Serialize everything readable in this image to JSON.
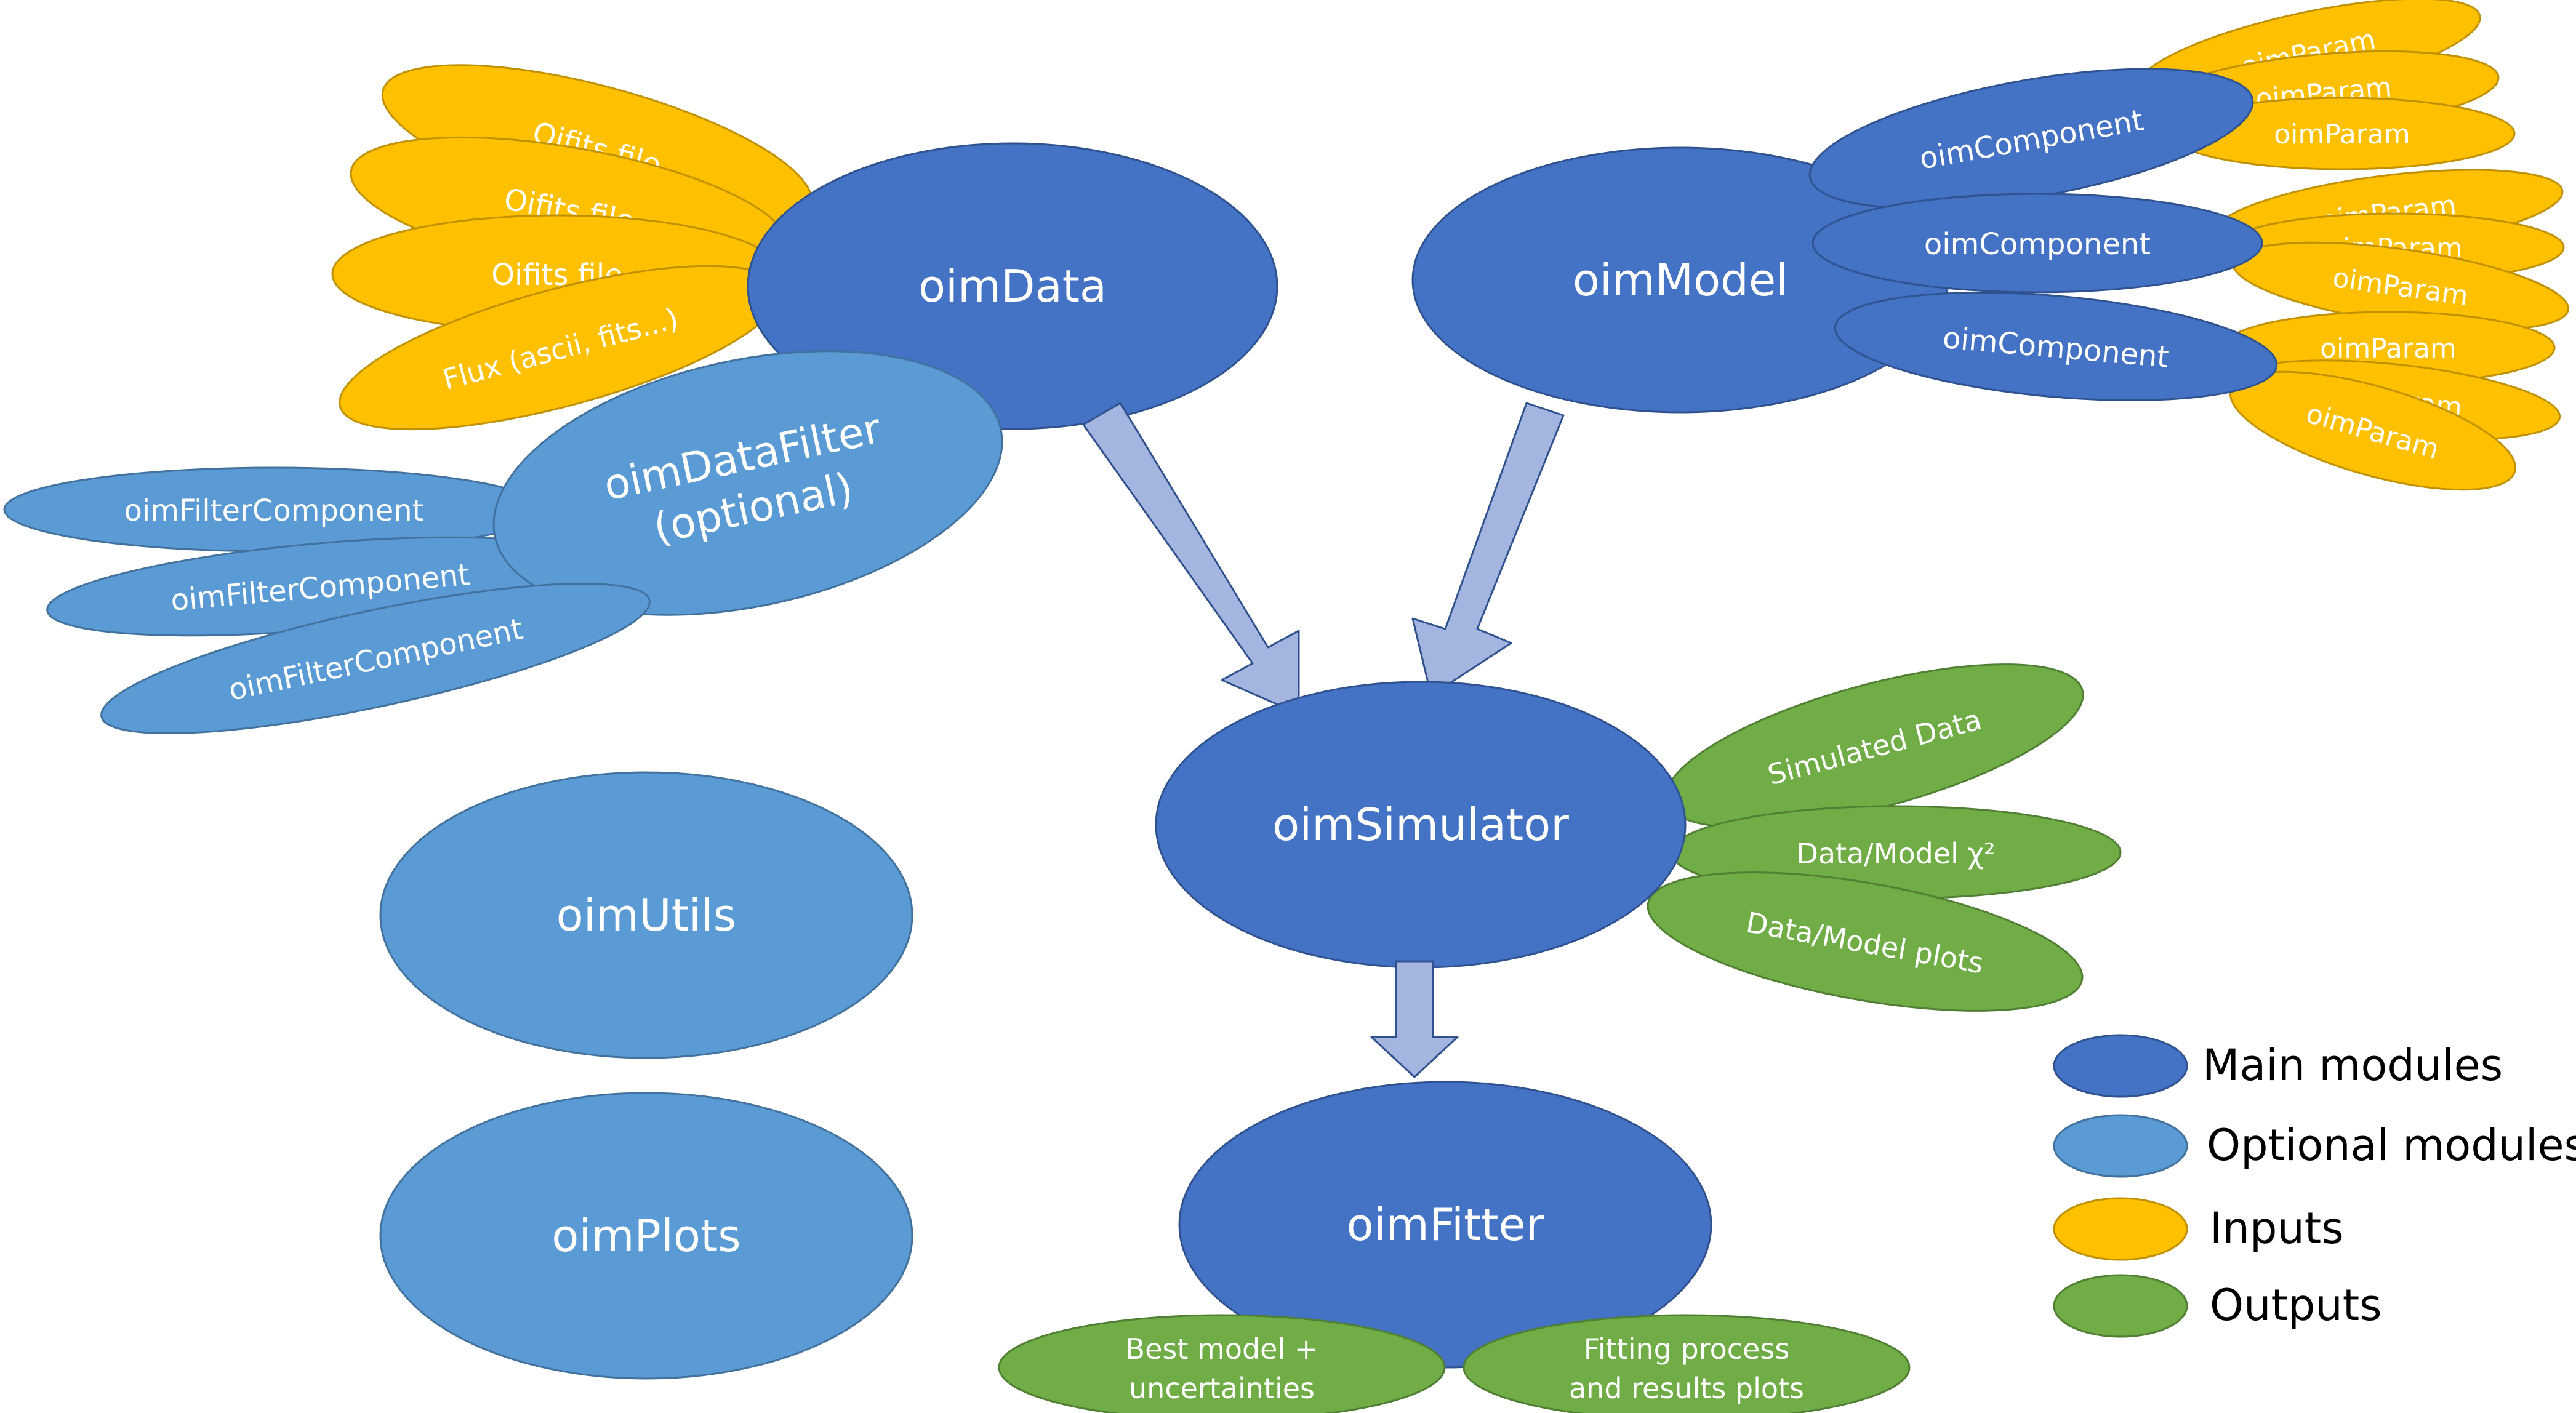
{
  "modules": {
    "oimData": "oimData",
    "oimModel": "oimModel",
    "oimDataFilter_line1": "oimDataFilter",
    "oimDataFilter_line2": "(optional)",
    "oimSimulator": "oimSimulator",
    "oimFitter": "oimFitter",
    "oimUtils": "oimUtils",
    "oimPlots": "oimPlots"
  },
  "inputs": {
    "oifits_file_1": "Oifits file",
    "oifits_file_2": "Oifits file",
    "oifits_file_3": "Oifits file",
    "flux": "Flux (ascii, fits...)"
  },
  "filter_components": [
    "oimFilterComponent",
    "oimFilterComponent",
    "oimFilterComponent"
  ],
  "model_components": [
    "oimComponent",
    "oimComponent",
    "oimComponent"
  ],
  "params": [
    "oimParam",
    "oimParam",
    "oimParam",
    "oimParam",
    "oimParam",
    "oimParam",
    "oimParam",
    "oimParam",
    "oimParam"
  ],
  "outputs": {
    "simulated_data": "Simulated Data",
    "chi2": "Data/Model χ²",
    "model_plots": "Data/Model plots",
    "best_model_line1": "Best model +",
    "best_model_line2": "uncertainties",
    "fitting_line1": "Fitting process",
    "fitting_line2": "and results plots"
  },
  "legend": {
    "main": "Main modules",
    "optional": "Optional modules",
    "inputs": "Inputs",
    "outputs": "Outputs"
  },
  "colors": {
    "main": "#4472C4",
    "optional": "#5B9BD5",
    "inputs": "#FFC000",
    "outputs": "#70AD47",
    "arrow": "#A4B5E0"
  }
}
